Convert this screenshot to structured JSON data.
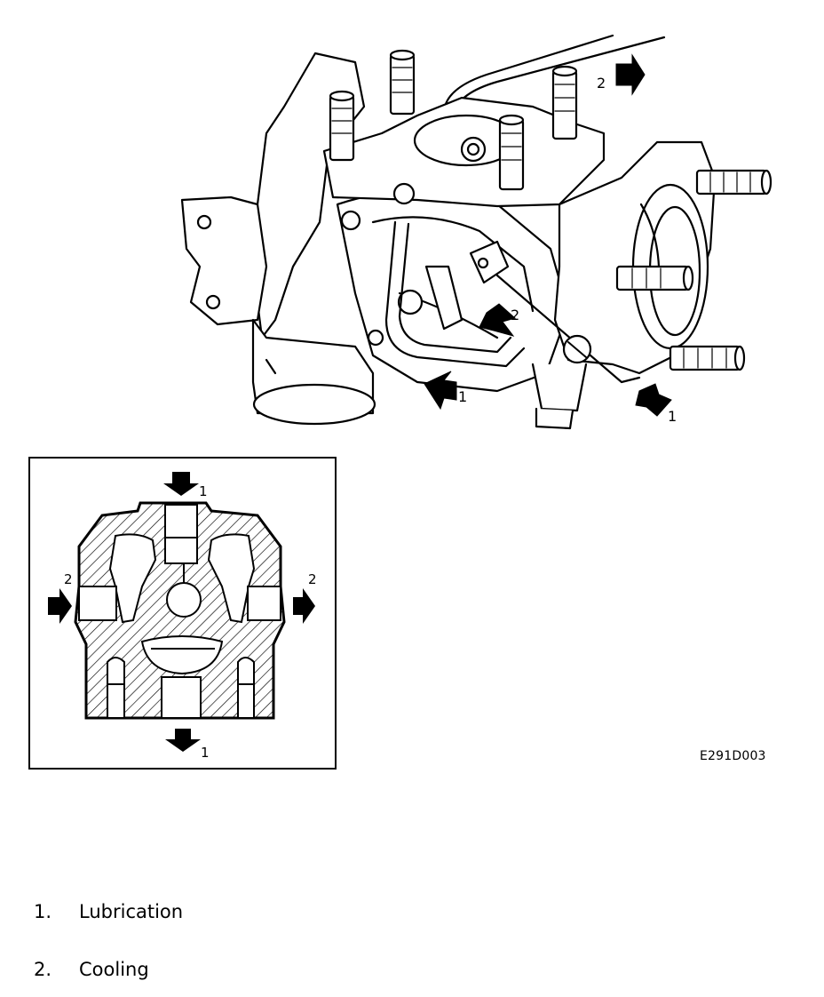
{
  "figure": {
    "code": "E291D003",
    "callouts": {
      "lubrication": "1",
      "cooling": "2"
    }
  },
  "legend": [
    {
      "number": "1.",
      "label": "Lubrication"
    },
    {
      "number": "2.",
      "label": "Cooling"
    }
  ]
}
